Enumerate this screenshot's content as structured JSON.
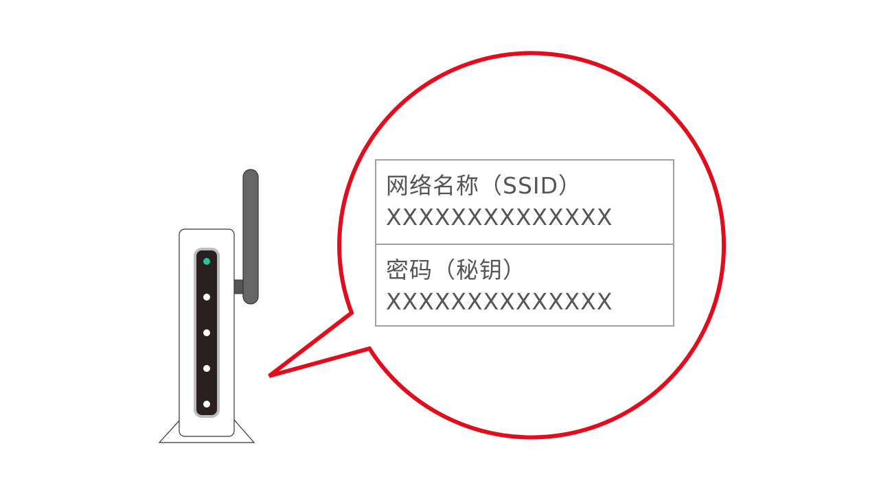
{
  "colors": {
    "bubble_stroke": "#e30c1c",
    "box_border": "#a0a0a0",
    "text": "#555555",
    "router_panel": "#2a2020",
    "active_led": "#1ec8a0",
    "antenna": "#666666"
  },
  "credentials": {
    "ssid_label": "网络名称（SSID）",
    "ssid_value": "XXXXXXXXXXXXXX",
    "password_label": "密码（秘钥）",
    "password_value": "XXXXXXXXXXXXXX"
  },
  "router": {
    "leds": [
      {
        "state": "on",
        "color": "#1ec8a0"
      },
      {
        "state": "off",
        "color": "#ffffff"
      },
      {
        "state": "off",
        "color": "#ffffff"
      },
      {
        "state": "off",
        "color": "#ffffff"
      },
      {
        "state": "off",
        "color": "#ffffff"
      }
    ]
  }
}
